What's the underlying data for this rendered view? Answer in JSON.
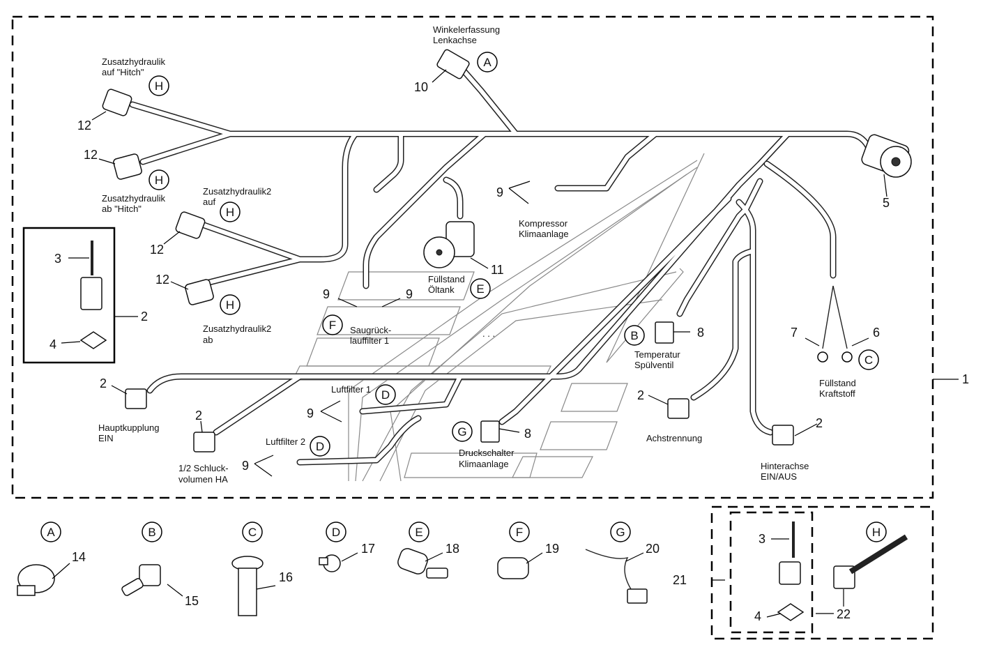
{
  "labels": {
    "winkelerfassung": [
      "Winkelerfassung",
      "Lenkachse"
    ],
    "zh_hitch_auf": [
      "Zusatzhydraulik",
      "auf \"Hitch\""
    ],
    "zh_hitch_ab": [
      "Zusatzhydraulik",
      "ab \"Hitch\""
    ],
    "zh2_auf": [
      "Zusatzhydraulik2",
      "auf"
    ],
    "zh2_ab": [
      "Zusatzhydraulik2",
      "ab"
    ],
    "kompressor": [
      "Kompressor",
      "Klimaanlage"
    ],
    "fuellstand_oel": [
      "Füllstand",
      "Öltank"
    ],
    "saugrueck": [
      "Saugrück-",
      "lauffilter 1"
    ],
    "temperatur": [
      "Temperatur",
      "Spülventil"
    ],
    "fuellstand_kraft": [
      "Füllstand",
      "Kraftstoff"
    ],
    "hauptkupplung": [
      "Hauptkupplung",
      "EIN"
    ],
    "schluck": [
      "1/2 Schluck-",
      "volumen HA"
    ],
    "luftfilter1": "Luftfilter 1",
    "luftfilter2": "Luftfilter 2",
    "druckschalter": [
      "Druckschalter",
      "Klimaanlage"
    ],
    "achstrennung": "Achstrennung",
    "hinterachse": [
      "Hinterachse",
      "EIN/AUS"
    ],
    "dots": ". . ."
  },
  "callouts": {
    "A": "A",
    "B": "B",
    "C": "C",
    "D": "D",
    "E": "E",
    "F": "F",
    "G": "G",
    "H": "H"
  },
  "numbers": {
    "n1": "1",
    "n2": "2",
    "n3": "3",
    "n4": "4",
    "n5": "5",
    "n6": "6",
    "n7": "7",
    "n8": "8",
    "n9": "9",
    "n10": "10",
    "n11": "11",
    "n12": "12",
    "n14": "14",
    "n15": "15",
    "n16": "16",
    "n17": "17",
    "n18": "18",
    "n19": "19",
    "n20": "20",
    "n21": "21",
    "n22": "22"
  }
}
